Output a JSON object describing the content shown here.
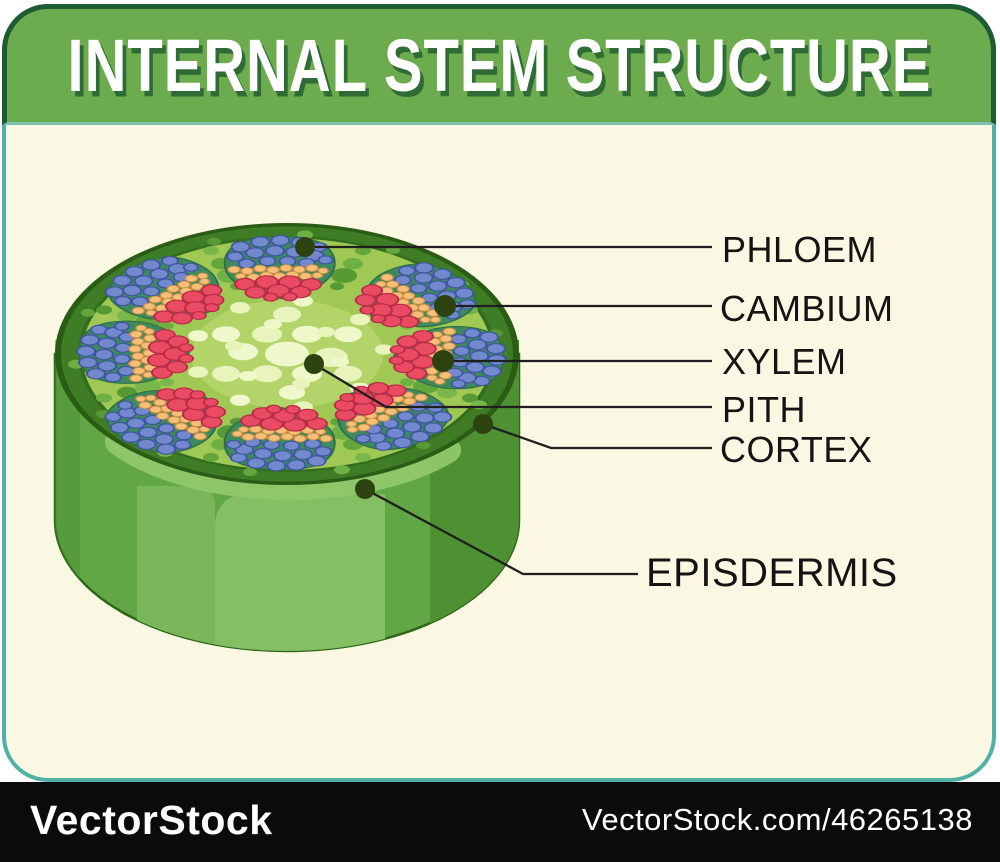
{
  "title": "INTERNAL STEM STRUCTURE",
  "diagram": {
    "labels": [
      {
        "id": "phloem",
        "text": "PHLOEM"
      },
      {
        "id": "cambium",
        "text": "CAMBIUM"
      },
      {
        "id": "xylem",
        "text": "XYLEM"
      },
      {
        "id": "pith",
        "text": "PITH"
      },
      {
        "id": "cortex",
        "text": "CORTEX"
      },
      {
        "id": "epidermis",
        "text": "EPISDERMIS"
      }
    ]
  },
  "footer": {
    "brand": "VectorStock",
    "site_ref": "VectorStock.com/46265138"
  },
  "colors": {
    "card_background": "#faf8e2",
    "card_border_teal": "#50b1a6",
    "header_green": "#6dac4e",
    "header_border_dark_green": "#1d5c33",
    "title_text": "#ffffff",
    "title_shadow_green": "#2f6b35",
    "stem_rim_dark_green": "#3e7d25",
    "stem_body_green": "#61a745",
    "cortex_field_green": "#9fc854",
    "phloem_cells_blue": "#7389cd",
    "cambium_cells_orange": "#f9bf78",
    "xylem_cells_red": "#e94b63",
    "pith_cells_pale": "#e9f4bd",
    "leader_line_black": "#1f1f1f",
    "footer_background": "#0b0b0b",
    "footer_text": "#ffffff"
  }
}
